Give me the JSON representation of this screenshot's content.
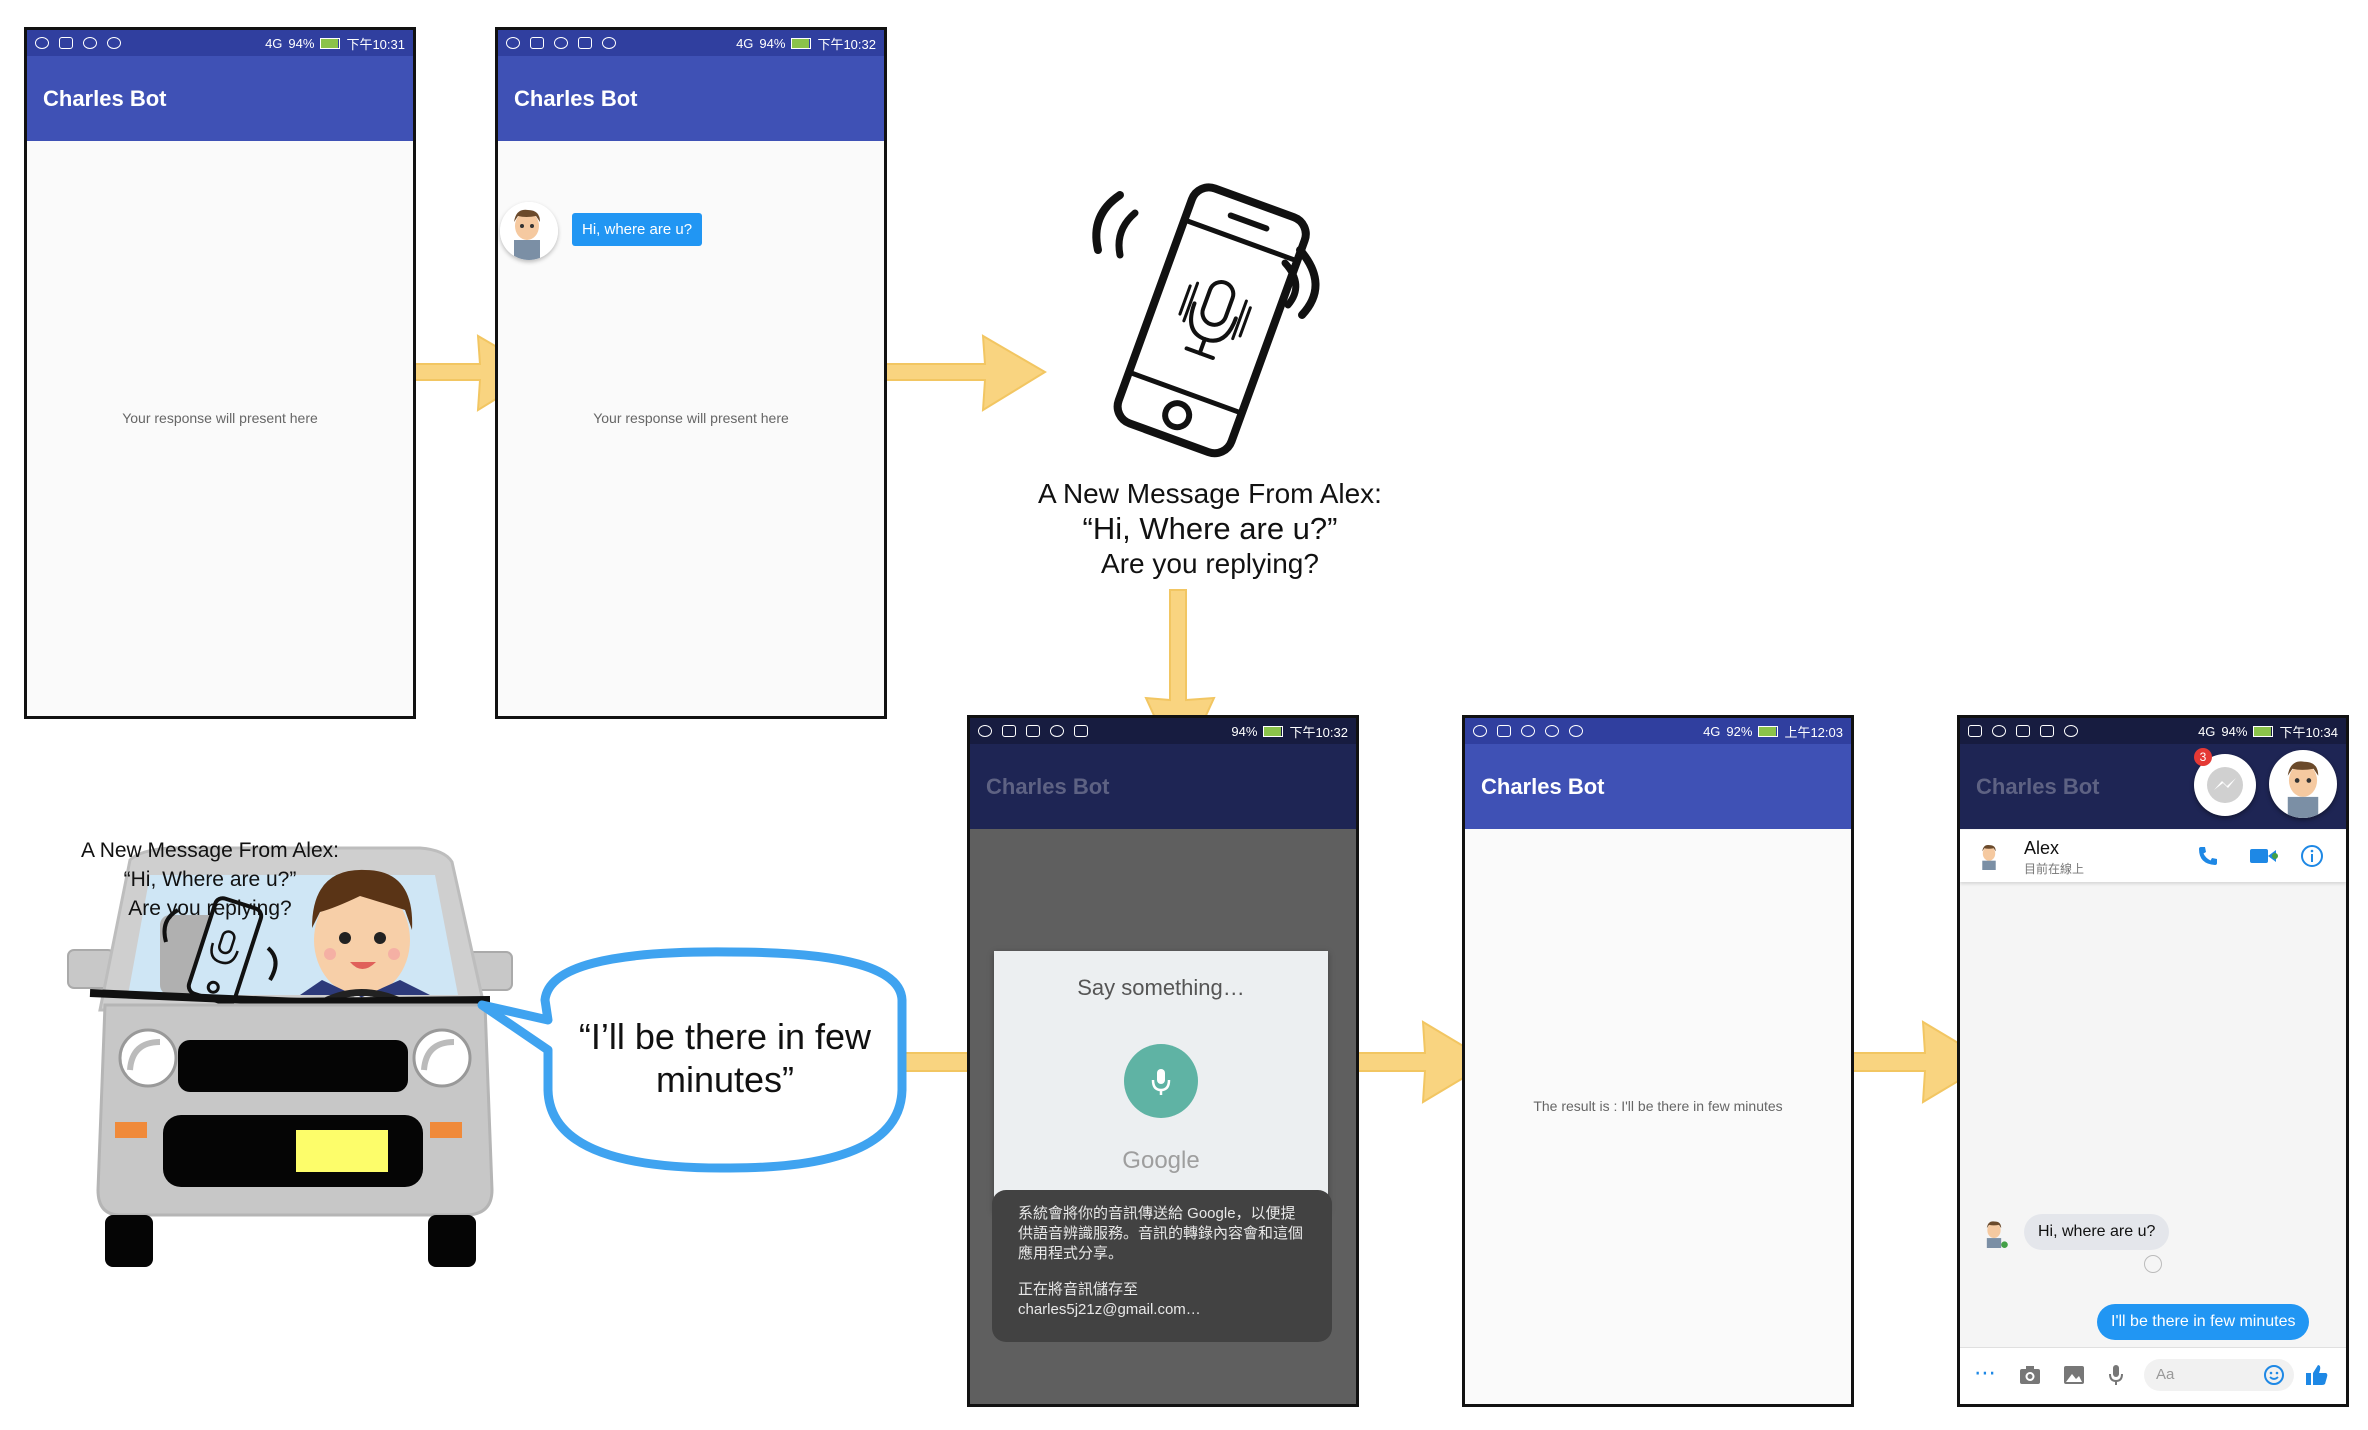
{
  "screens": {
    "s1": {
      "status_time": "下午10:31",
      "status_battery": "94%",
      "status_net": "4G",
      "title": "Charles Bot",
      "placeholder": "Your response will present here"
    },
    "s2": {
      "status_time": "下午10:32",
      "status_battery": "94%",
      "status_net": "4G",
      "title": "Charles Bot",
      "bubble": "Hi, where are u?",
      "placeholder": "Your response will present here"
    },
    "s3": {
      "status_time": "下午10:32",
      "status_battery": "94%",
      "title": "Charles Bot",
      "prompt": "Say something…",
      "google": "Google",
      "notice": "系統會將你的音訊傳送給 Google，以便提供語音辨識服務。音訊的轉錄內容會和這個應用程式分享。",
      "saving": "正在將音訊儲存至",
      "account": "charles5j21z@gmail.com…"
    },
    "s4": {
      "status_time": "上午12:03",
      "status_battery": "92%",
      "status_net": "4G",
      "title": "Charles Bot",
      "result": "The result is : I'll be there in few minutes"
    },
    "s5": {
      "status_time": "下午10:34",
      "status_battery": "94%",
      "status_net": "4G",
      "title": "Charles Bot",
      "badge": "3",
      "contact_name": "Alex",
      "contact_status": "目前在線上",
      "incoming": "Hi, where are u?",
      "outgoing": "I'll be there in few minutes",
      "composer_placeholder": "Aa"
    }
  },
  "phone_caption": {
    "line1": "A New Message From Alex:",
    "line2": "“Hi, Where are u?”",
    "line3": "Are you replying?"
  },
  "car_caption": {
    "line1": "A New Message From Alex:",
    "line2": "“Hi, Where are u?”",
    "line3": "Are you replying?"
  },
  "speech_bubble": {
    "line1": "“I’ll be there in few",
    "line2": "minutes”"
  },
  "icons": [
    "messenger-icon",
    "mail-icon",
    "facebook-icon",
    "phone-call-icon",
    "video-call-icon",
    "info-icon",
    "camera-icon",
    "image-icon",
    "mic-icon",
    "emoji-icon",
    "thumbs-up-icon",
    "more-icon"
  ],
  "colors": {
    "appbar_blue": "#3f51b5",
    "arrow_yellow": "#f9d27a",
    "speech_blue": "#3fa3f0",
    "messenger_blue": "#2196f3",
    "mic_teal": "#5fb3a4"
  }
}
